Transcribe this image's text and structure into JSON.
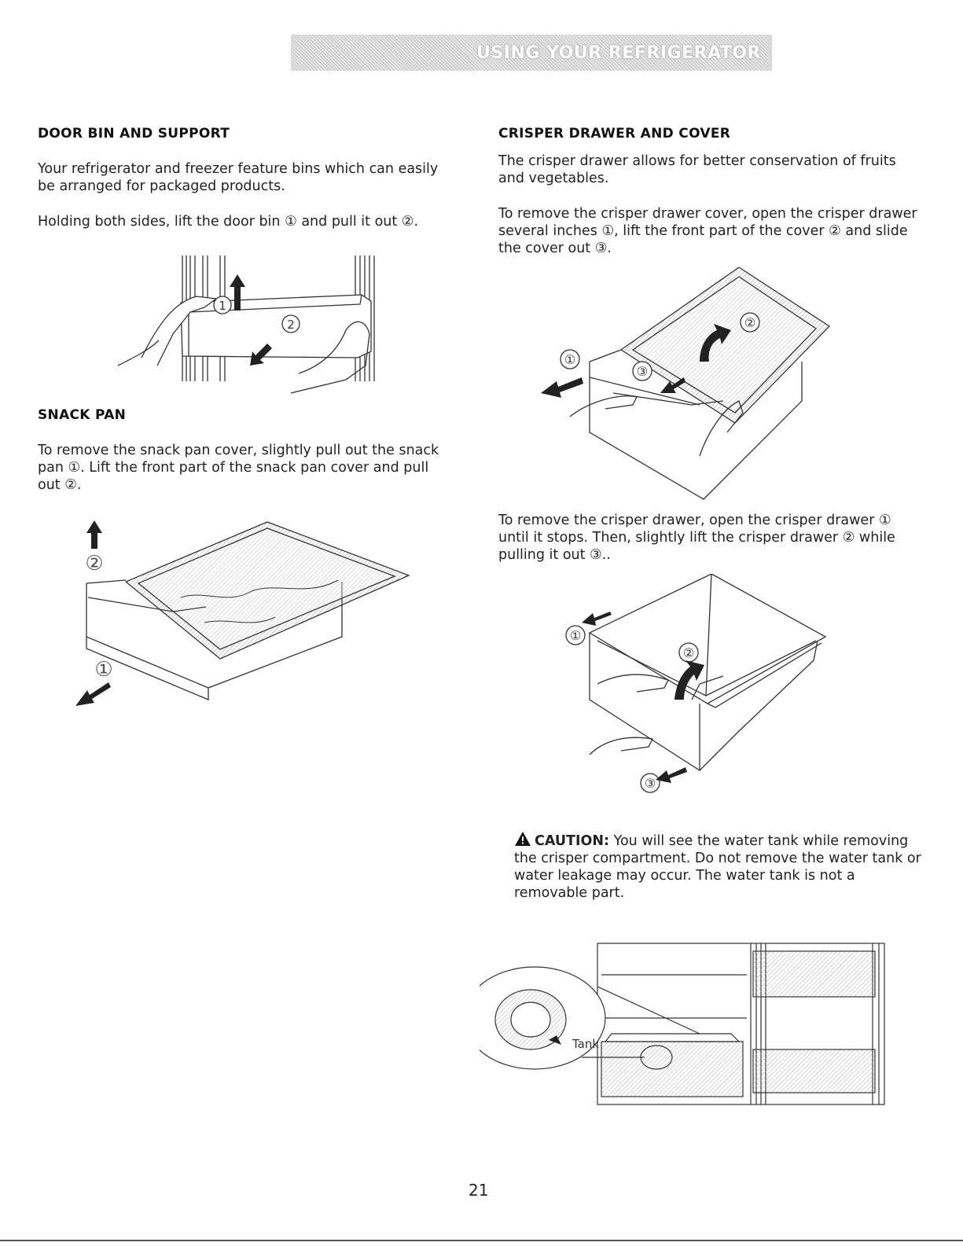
{
  "header": {
    "banner": "USING YOUR REFRIGERATOR"
  },
  "door_bin": {
    "title": "DOOR BIN AND SUPPORT",
    "p1": "Your refrigerator and freezer feature bins which can easily be arranged for packaged products.",
    "p2": "Holding both sides, lift the door bin ① and pull it out ②.",
    "fig_labels": [
      "1",
      "2"
    ]
  },
  "snack_pan": {
    "title": "SNACK PAN",
    "p1": "To remove the snack pan cover, slightly pull out the snack pan ①. Lift the front part of the snack pan cover and pull out ②.",
    "fig_labels": [
      "②",
      "①"
    ]
  },
  "crisper": {
    "title": "CRISPER DRAWER AND COVER",
    "p1": "The crisper drawer allows for better conservation of fruits and vegetables.",
    "p2": "To remove the crisper drawer cover, open the crisper drawer several inches ①, lift the front part of the cover ② and slide the cover out ③.",
    "fig1_labels": [
      "①",
      "②",
      "③"
    ],
    "p3": "To remove the crisper drawer, open the crisper drawer ① until it stops. Then, slightly lift the crisper drawer ② while pulling it out ③..",
    "fig2_labels": [
      "①",
      "②",
      "③"
    ]
  },
  "caution": {
    "label": "CAUTION:",
    "text": " You will see the water tank while removing the crisper compartment. Do not remove the water tank or water leakage may occur. The water tank is not a removable part.",
    "fig_label": "Tank"
  },
  "footer": {
    "page_number": "21"
  }
}
